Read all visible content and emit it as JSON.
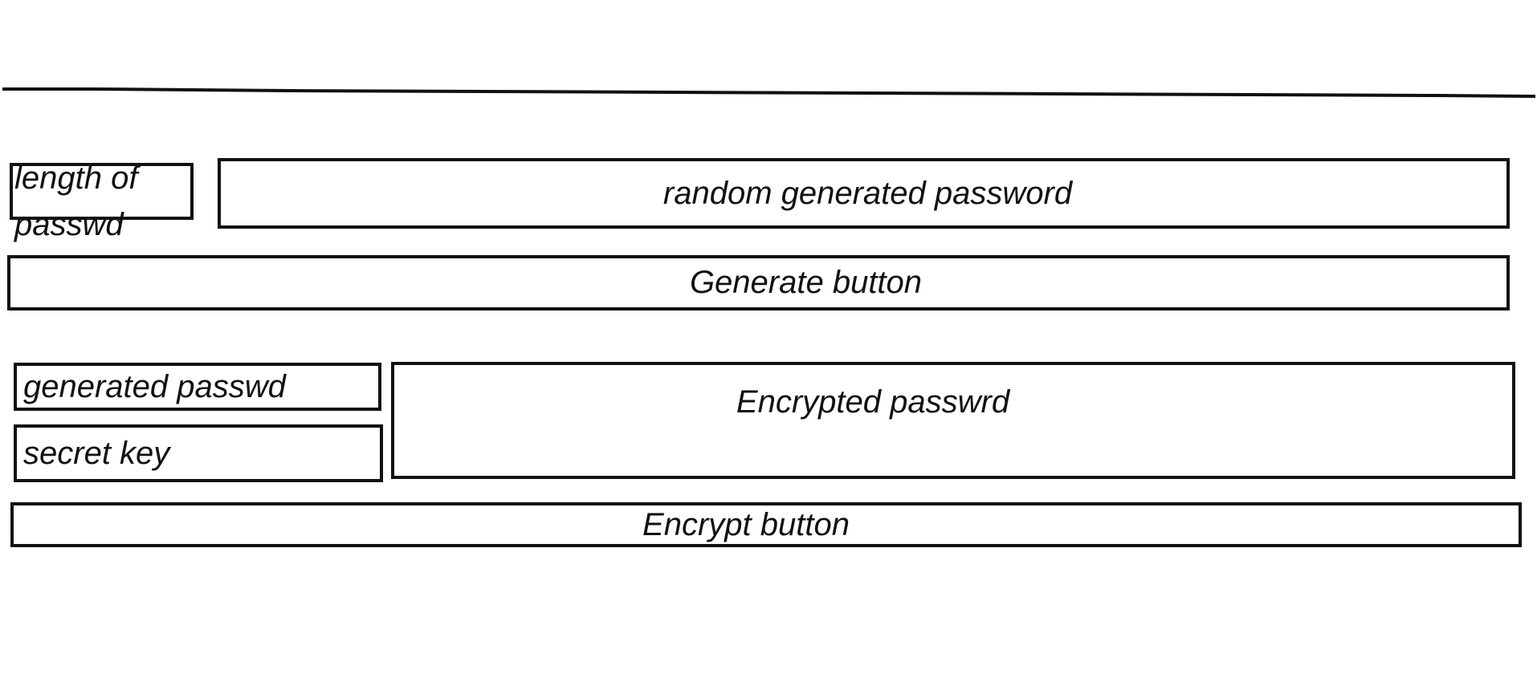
{
  "length_field": {
    "label": "length of passwd"
  },
  "password_output": {
    "label": "random generated password"
  },
  "generate": {
    "label": "Generate button"
  },
  "generated_password_field": {
    "label": "generated passwd"
  },
  "secret_key_field": {
    "label": "secret key"
  },
  "encrypted_output": {
    "label": "Encrypted passwrd"
  },
  "encrypt": {
    "label": "Encrypt button"
  }
}
